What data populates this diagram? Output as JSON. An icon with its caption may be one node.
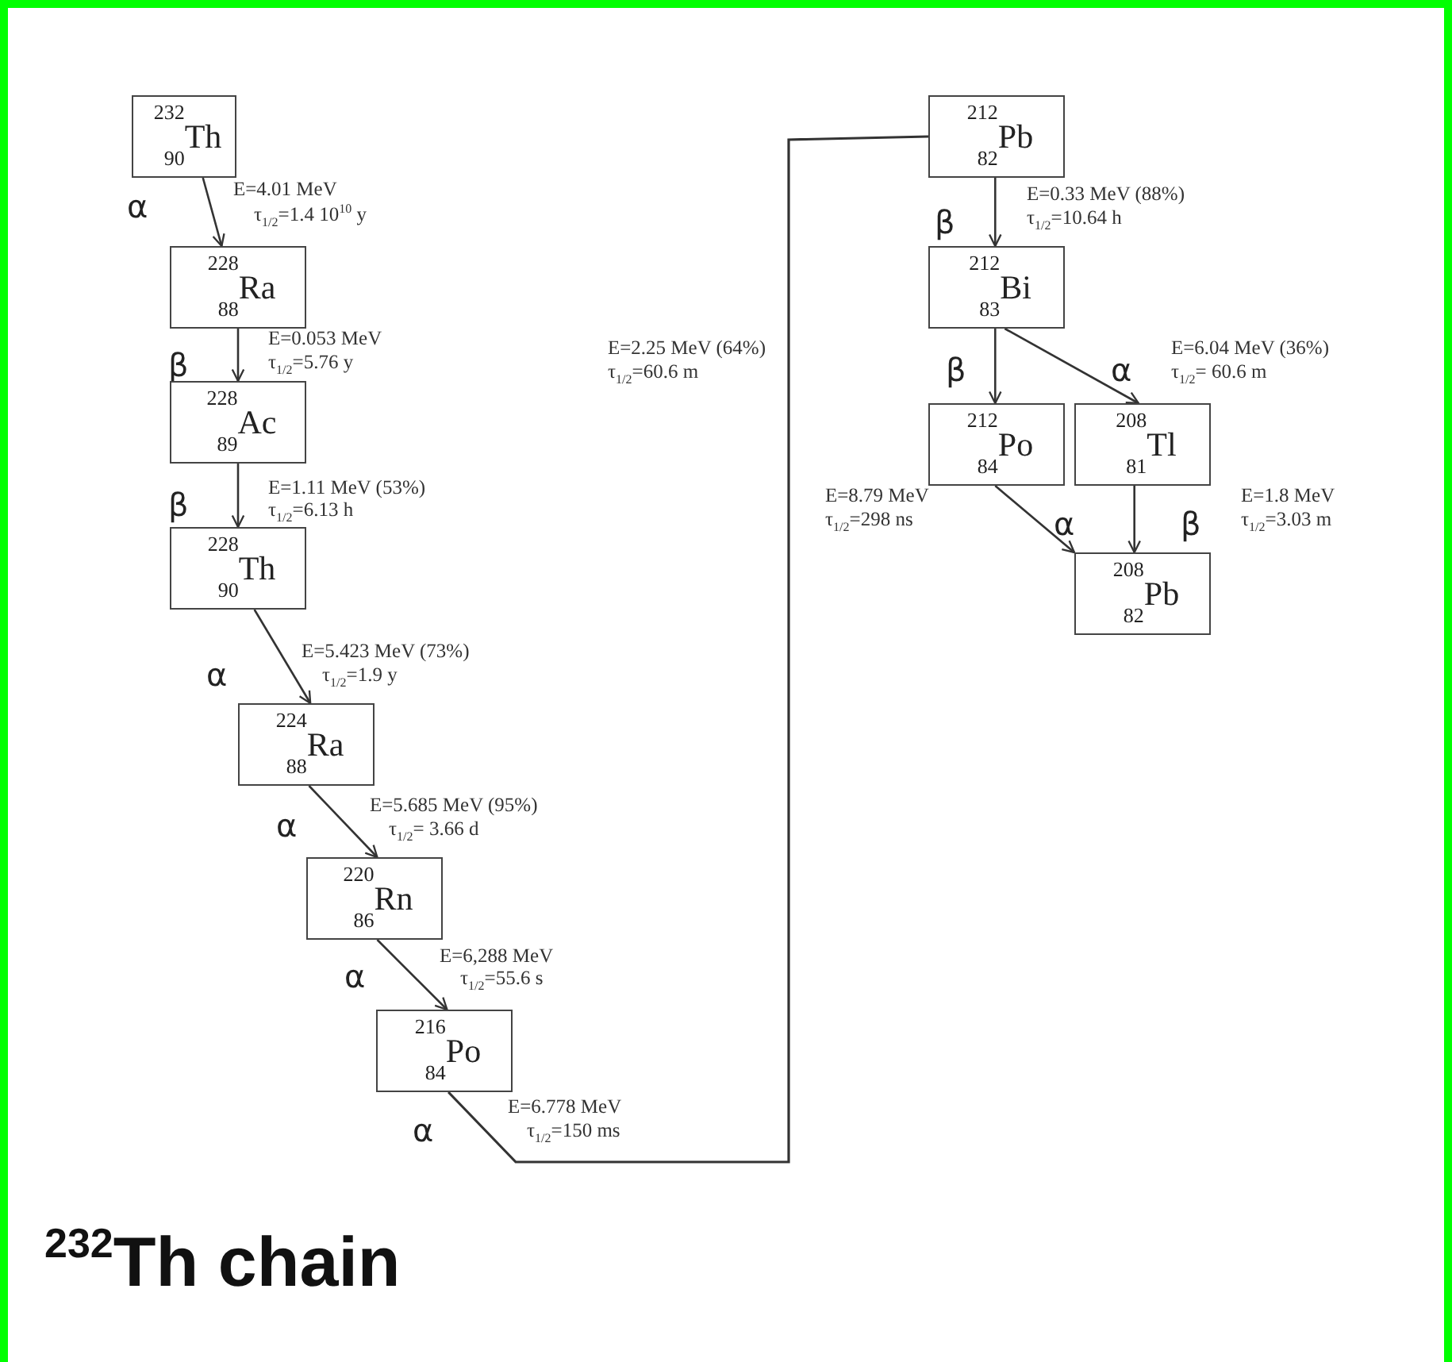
{
  "diagram": {
    "title": "$^{232}$Th chain",
    "nodes": [
      {
        "text": [
          "$^{232}$$_{90}$Th"
        ]
      },
      {
        "text": [
          "$^{228}$$_{88}$Ra"
        ]
      },
      {
        "text": [
          "$^{228}$$_{89}$Ac"
        ]
      },
      {
        "text": [
          "$^{228}$$_{90}$Th"
        ]
      },
      {
        "text": [
          "$^{224}$$_{88}$Ra"
        ]
      },
      {
        "text": [
          "$^{220}$$_{86}$Rn"
        ]
      },
      {
        "text": [
          "$^{216}$$_{84}$Po"
        ]
      },
      {
        "text": [
          "$^{212}$$_{82}$Pb"
        ]
      },
      {
        "text": [
          "$^{212}$$_{83}$Bi"
        ]
      },
      {
        "text": [
          "$^{212}$$_{84}$Po"
        ]
      },
      {
        "text": [
          "$^{208}$$_{81}$Tl"
        ]
      },
      {
        "text": [
          "$^{208}$$_{82}$Pb"
        ]
      }
    ],
    "edges": [
      {
        "from": 0,
        "to": 1,
        "arrow": "to",
        "label": "α"
      },
      {
        "from": 1,
        "to": 2,
        "arrow": "to",
        "label": "β"
      },
      {
        "from": 2,
        "to": 3,
        "arrow": "to",
        "label": "β"
      },
      {
        "from": 3,
        "to": 4,
        "arrow": "to",
        "label": "α"
      },
      {
        "from": 4,
        "to": 5,
        "arrow": "to",
        "label": "α"
      },
      {
        "from": 5,
        "to": 6,
        "arrow": "to",
        "label": "α"
      },
      {
        "from": 6,
        "to": 7,
        "arrow": "none",
        "label": "α"
      },
      {
        "from": 7,
        "to": 8,
        "arrow": "to",
        "label": "β"
      },
      {
        "from": 8,
        "to": 9,
        "arrow": "to",
        "label": "β"
      },
      {
        "from": 8,
        "to": 10,
        "arrow": "to",
        "label": "α"
      },
      {
        "from": 9,
        "to": 11,
        "arrow": "to",
        "label": "α"
      },
      {
        "from": 10,
        "to": 11,
        "arrow": "to",
        "label": "β"
      }
    ],
    "labels": [
      "E=4.01 MeV",
      "τ$_{1/2}$=1.4 10$^{10}$ y",
      "E=0.053 MeV",
      "τ$_{1/2}$=5.76 y",
      "E=1.11 MeV (53%)",
      "τ$_{1/2}$=6.13 h",
      "E=5.423 MeV (73%)",
      "τ$_{1/2}$=1.9 y",
      "E=5.685 MeV (95%)",
      "τ$_{1/2}$= 3.66 d",
      "E=6,288 MeV",
      "τ$_{1/2}$=55.6 s",
      "E=6.778 MeV",
      "τ$_{1/2}$=150 ms",
      "E=0.33 MeV (88%)",
      "τ$_{1/2}$=10.64 h",
      "E=2.25 MeV (64%)",
      "τ$_{1/2}$=60.6 m",
      "E=6.04 MeV (36%)",
      "τ$_{1/2}$= 60.6 m",
      "E=8.79 MeV",
      "τ$_{1/2}$=298 ns",
      "E=1.8 MeV",
      "τ$_{1/2}$=3.03 m"
    ]
  }
}
